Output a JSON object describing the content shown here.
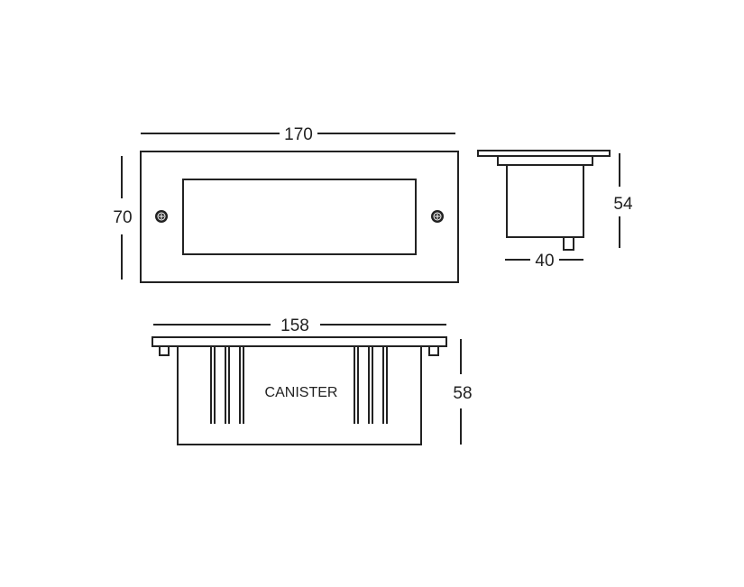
{
  "front_view": {
    "width_label": "170",
    "height_label": "70"
  },
  "side_view": {
    "height_label": "54",
    "width_label": "40"
  },
  "bottom_view": {
    "width_label": "158",
    "height_label": "58",
    "body_label": "CANISTER"
  },
  "colors": {
    "line": "#222222",
    "background": "#ffffff"
  }
}
